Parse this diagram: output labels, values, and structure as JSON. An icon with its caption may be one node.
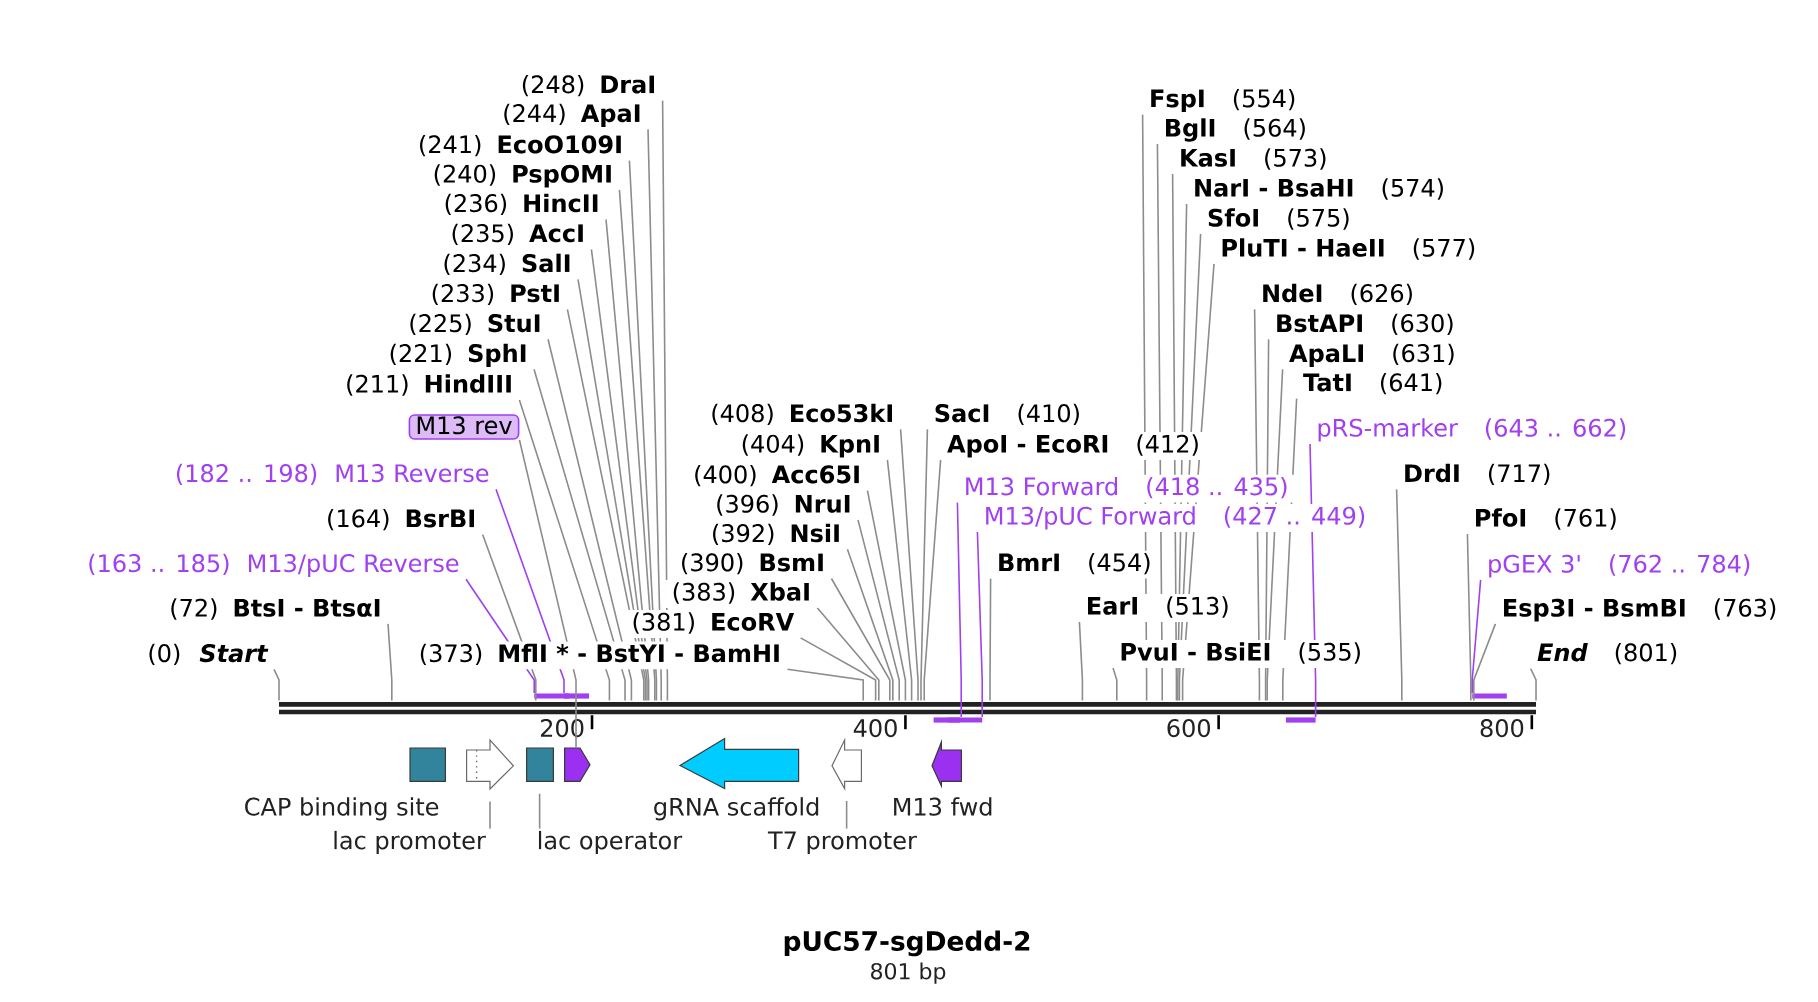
{
  "diagram": {
    "title": "pUC57-sgDedd-2",
    "caption": "801 bp",
    "nodes": [
      {
        "text": [
          "(248)",
          "DraI"
        ]
      },
      {
        "text": [
          "(244)",
          "ApaI"
        ]
      },
      {
        "text": [
          "(241)",
          "EcoO109I"
        ]
      },
      {
        "text": [
          "(240)",
          "PspOMI"
        ]
      },
      {
        "text": [
          "(236)",
          "HincII"
        ]
      },
      {
        "text": [
          "(235)",
          "AccI"
        ]
      },
      {
        "text": [
          "(234)",
          "SalI"
        ]
      },
      {
        "text": [
          "(233)",
          "PstI"
        ]
      },
      {
        "text": [
          "(225)",
          "StuI"
        ]
      },
      {
        "text": [
          "(221)",
          "SphI"
        ]
      },
      {
        "text": [
          "(211)",
          "HindIII"
        ]
      },
      {
        "text": [
          "M13 rev"
        ]
      },
      {
        "text": [
          "(182 .. 198)",
          "M13 Reverse"
        ]
      },
      {
        "text": [
          "(164)",
          "BsrBI"
        ]
      },
      {
        "text": [
          "(163 .. 185)",
          "M13/pUC Reverse"
        ]
      },
      {
        "text": [
          "(72)",
          "BtsI - BtsαI"
        ]
      },
      {
        "text": [
          "(0)",
          "Start"
        ]
      },
      {
        "text": [
          "(373)",
          "MflI * - BstYI - BamHI"
        ]
      },
      {
        "text": [
          "(408)",
          "Eco53kI"
        ]
      },
      {
        "text": [
          "SacI",
          "(410)"
        ]
      },
      {
        "text": [
          "(404)",
          "KpnI"
        ]
      },
      {
        "text": [
          "ApoI - EcoRI",
          "(412)"
        ]
      },
      {
        "text": [
          "(400)",
          "Acc65I"
        ]
      },
      {
        "text": [
          "M13 Forward",
          "(418 .. 435)"
        ]
      },
      {
        "text": [
          "(396)",
          "NruI"
        ]
      },
      {
        "text": [
          "M13/pUC Forward",
          "(427 .. 449)"
        ]
      },
      {
        "text": [
          "(392)",
          "NsiI"
        ]
      },
      {
        "text": [
          "(390)",
          "BsmI"
        ]
      },
      {
        "text": [
          "BmrI",
          "(454)"
        ]
      },
      {
        "text": [
          "(383)",
          "XbaI"
        ]
      },
      {
        "text": [
          "EarI",
          "(513)"
        ]
      },
      {
        "text": [
          "(381)",
          "EcoRV"
        ]
      },
      {
        "text": [
          "PvuI - BsiEI",
          "(535)"
        ]
      },
      {
        "text": [
          "FspI",
          "(554)"
        ]
      },
      {
        "text": [
          "BglI",
          "(564)"
        ]
      },
      {
        "text": [
          "KasI",
          "(573)"
        ]
      },
      {
        "text": [
          "NarI - BsaHI",
          "(574)"
        ]
      },
      {
        "text": [
          "SfoI",
          "(575)"
        ]
      },
      {
        "text": [
          "PluTI - HaeII",
          "(577)"
        ]
      },
      {
        "text": [
          "NdeI",
          "(626)"
        ]
      },
      {
        "text": [
          "BstAPI",
          "(630)"
        ]
      },
      {
        "text": [
          "ApaLI",
          "(631)"
        ]
      },
      {
        "text": [
          "TatI",
          "(641)"
        ]
      },
      {
        "text": [
          "pRS-marker",
          "(643 .. 662)"
        ]
      },
      {
        "text": [
          "DrdI",
          "(717)"
        ]
      },
      {
        "text": [
          "PfoI",
          "(761)"
        ]
      },
      {
        "text": [
          "pGEX 3'",
          "(762 .. 784)"
        ]
      },
      {
        "text": [
          "Esp3I - BsmBI",
          "(763)"
        ]
      },
      {
        "text": [
          "End",
          "(801)"
        ]
      },
      {
        "text": [],
        "shape": "bar"
      },
      {
        "text": [],
        "shape": "bar"
      },
      {
        "text": [],
        "shape": "bar"
      },
      {
        "text": [],
        "shape": "bar"
      },
      {
        "text": [],
        "shape": "bar"
      },
      {
        "text": [],
        "shape": "bar"
      },
      {
        "text": [],
        "shape": "line"
      },
      {
        "text": [],
        "shape": "box",
        "beside": [
          "CAP binding site"
        ]
      },
      {
        "text": [],
        "shape": "arrow"
      },
      {
        "text": [],
        "shape": "box"
      },
      {
        "text": [],
        "shape": "arrow"
      },
      {
        "text": [],
        "shape": "arrow",
        "beside": [
          "gRNA scaffold"
        ]
      },
      {
        "text": [],
        "shape": "arrow"
      },
      {
        "text": [],
        "shape": "arrow",
        "beside": [
          "M13 fwd"
        ]
      },
      {
        "text": [
          "lac promoter"
        ]
      },
      {
        "text": [
          "lac operator"
        ]
      },
      {
        "text": [
          "T7 promoter"
        ]
      }
    ],
    "edges": [
      {
        "from": 0,
        "to": 55,
        "arrow": "none"
      },
      {
        "from": 1,
        "to": 55,
        "arrow": "none"
      },
      {
        "from": 2,
        "to": 55,
        "arrow": "none"
      },
      {
        "from": 3,
        "to": 55,
        "arrow": "none"
      },
      {
        "from": 4,
        "to": 55,
        "arrow": "none"
      },
      {
        "from": 5,
        "to": 55,
        "arrow": "none"
      },
      {
        "from": 6,
        "to": 55,
        "arrow": "none"
      },
      {
        "from": 7,
        "to": 55,
        "arrow": "none"
      },
      {
        "from": 8,
        "to": 55,
        "arrow": "none"
      },
      {
        "from": 9,
        "to": 55,
        "arrow": "none"
      },
      {
        "from": 10,
        "to": 55,
        "arrow": "none"
      },
      {
        "from": 11,
        "to": 59,
        "arrow": "none"
      },
      {
        "from": 12,
        "to": 50,
        "arrow": "none",
        "color": "#a040f0"
      },
      {
        "from": 13,
        "to": 55,
        "arrow": "none"
      },
      {
        "from": 14,
        "to": 49,
        "arrow": "none",
        "color": "#a040f0"
      },
      {
        "from": 15,
        "to": 55,
        "arrow": "none"
      },
      {
        "from": 16,
        "to": 55,
        "arrow": "none"
      },
      {
        "from": 17,
        "to": 55,
        "arrow": "none"
      },
      {
        "from": 18,
        "to": 55,
        "arrow": "none"
      },
      {
        "from": 19,
        "to": 55,
        "arrow": "none"
      },
      {
        "from": 20,
        "to": 55,
        "arrow": "none"
      },
      {
        "from": 21,
        "to": 55,
        "arrow": "none"
      },
      {
        "from": 22,
        "to": 55,
        "arrow": "none"
      },
      {
        "from": 23,
        "to": 51,
        "arrow": "none",
        "color": "#a040f0"
      },
      {
        "from": 24,
        "to": 55,
        "arrow": "none"
      },
      {
        "from": 25,
        "to": 52,
        "arrow": "none",
        "color": "#a040f0"
      },
      {
        "from": 26,
        "to": 55,
        "arrow": "none"
      },
      {
        "from": 27,
        "to": 55,
        "arrow": "none"
      },
      {
        "from": 28,
        "to": 55,
        "arrow": "none"
      },
      {
        "from": 29,
        "to": 55,
        "arrow": "none"
      },
      {
        "from": 30,
        "to": 55,
        "arrow": "none"
      },
      {
        "from": 31,
        "to": 55,
        "arrow": "none"
      },
      {
        "from": 32,
        "to": 55,
        "arrow": "none"
      },
      {
        "from": 33,
        "to": 55,
        "arrow": "none"
      },
      {
        "from": 34,
        "to": 55,
        "arrow": "none"
      },
      {
        "from": 35,
        "to": 55,
        "arrow": "none"
      },
      {
        "from": 36,
        "to": 55,
        "arrow": "none"
      },
      {
        "from": 37,
        "to": 55,
        "arrow": "none"
      },
      {
        "from": 38,
        "to": 55,
        "arrow": "none"
      },
      {
        "from": 39,
        "to": 55,
        "arrow": "none"
      },
      {
        "from": 40,
        "to": 55,
        "arrow": "none"
      },
      {
        "from": 41,
        "to": 55,
        "arrow": "none"
      },
      {
        "from": 42,
        "to": 55,
        "arrow": "none"
      },
      {
        "from": 43,
        "to": 53,
        "arrow": "none",
        "color": "#a040f0"
      },
      {
        "from": 44,
        "to": 55,
        "arrow": "none"
      },
      {
        "from": 45,
        "to": 55,
        "arrow": "none"
      },
      {
        "from": 46,
        "to": 54,
        "arrow": "none",
        "color": "#a040f0"
      },
      {
        "from": 47,
        "to": 55,
        "arrow": "none"
      },
      {
        "from": 48,
        "to": 55,
        "arrow": "none"
      },
      {
        "from": 63,
        "to": 57,
        "arrow": "none"
      },
      {
        "from": 64,
        "to": 58,
        "arrow": "none"
      },
      {
        "from": 65,
        "to": 61,
        "arrow": "none"
      }
    ],
    "labels": [
      "200",
      "400",
      "600",
      "800"
    ]
  }
}
